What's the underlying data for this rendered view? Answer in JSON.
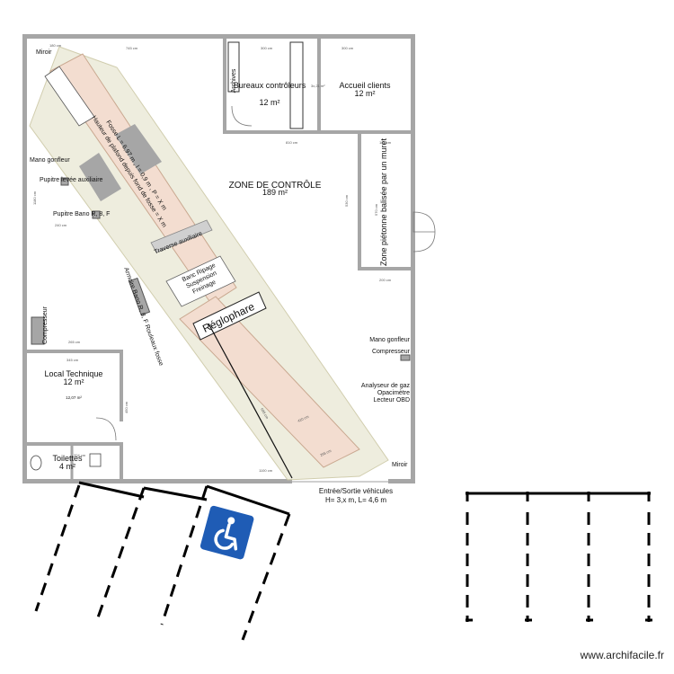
{
  "rooms": {
    "offices": {
      "name": "Bureaux contrôleurs",
      "area": "12 m²"
    },
    "reception": {
      "name": "Accueil clients",
      "area": "12 m²"
    },
    "control_zone": {
      "name": "ZONE DE CONTRÔLE",
      "area": "189 m²"
    },
    "pedestrian_zone": {
      "name": "Zone piétonne balisée par un muret"
    },
    "tech_room": {
      "name": "Local Technique",
      "area": "12 m²",
      "sub_area": "12,07 m²"
    },
    "toilets": {
      "name": "Toilettes",
      "area": "4 m²"
    }
  },
  "equipment": {
    "mirror_top": "Miroir",
    "mirror_bottom": "Miroir",
    "archives": "Archives",
    "mano_left": "Mano gonfleur",
    "pupitre_levee": "Pupitre levée auxiliaire",
    "pupitre_bano": "Pupitre Bano R, 8, F",
    "compresseur_left": "Compresseur",
    "armoire": "Armoire Bano R, 8, F Rouleaux fosse",
    "mano_right": "Mano gonfleur",
    "compresseur_right": "Compresseur",
    "analyseur": "Analyseur de gaz",
    "opacimetre": "Opacimètre",
    "lecteur": "Lecteur OBD",
    "fosse_line1": "Fosse L = 6,97 m , l = 0,9 m , P = X m",
    "fosse_line2": "Hauteur de plafond depuis fond de fosse = X m",
    "traverse": "Traverse auxiliaire",
    "banc_line1": "Banc Ripage",
    "banc_line2": "Suspension",
    "banc_line3": "Freinage",
    "reglophare": "Réglophare",
    "entree_line1": "Entrée/Sortie véhicules",
    "entree_line2": "H= 3,x m, L= 4,6 m"
  },
  "dimensions": {
    "d1": "180 cm",
    "d2": "745 cm",
    "d3": "300 cm",
    "d4": "300 cm",
    "d5": "3x,21 m²",
    "d6": "810 cm",
    "d7": "188 cm",
    "d8": "570 cm",
    "d9": "530 cm",
    "d10": "200 cm",
    "d11": "265 cm",
    "d12": "345 cm",
    "d13": "240 cm",
    "d14": "1180 cm",
    "d15": "1100 cm",
    "d16": "204 cm",
    "d17": "698 cm",
    "d18": "410 cm",
    "d19": "265 cm",
    "d20": "450 cm"
  },
  "accessibility_icon": "wheelchair-icon",
  "watermark": "www.archifacile.fr"
}
